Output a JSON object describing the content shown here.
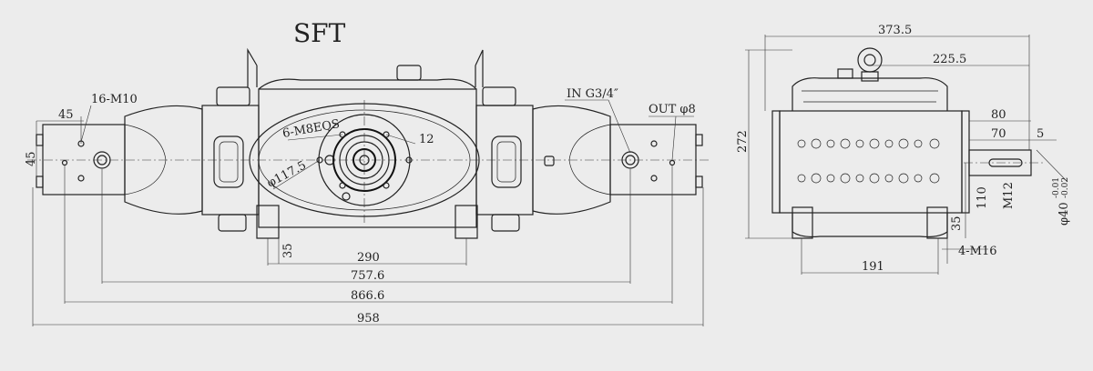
{
  "title": "SFT",
  "front_view": {
    "labels": {
      "holes_left": "16-M10",
      "in_port": "IN G3/4″",
      "out_port": "OUT φ8",
      "flange_holes": "6-M8EQS",
      "flange_pcd": "φ117.5",
      "flange_angle": "12"
    },
    "dims": {
      "d45_h": "45",
      "d45_v": "45",
      "d35": "35",
      "d290": "290",
      "d757": "757.6",
      "d866": "866.6",
      "d958": "958"
    }
  },
  "side_view": {
    "dims": {
      "d373": "373.5",
      "d225": "225.5",
      "d272": "272",
      "d80": "80",
      "d70": "70",
      "d5": "5",
      "d110": "110",
      "m12": "M12",
      "shaft_dia": "φ40",
      "tol_upper": "-0.01",
      "tol_lower": "-0.02",
      "d35": "35",
      "d191": "191",
      "bolts": "4-M16"
    }
  },
  "colors": {
    "background": "#ececec",
    "line": "#222222"
  }
}
